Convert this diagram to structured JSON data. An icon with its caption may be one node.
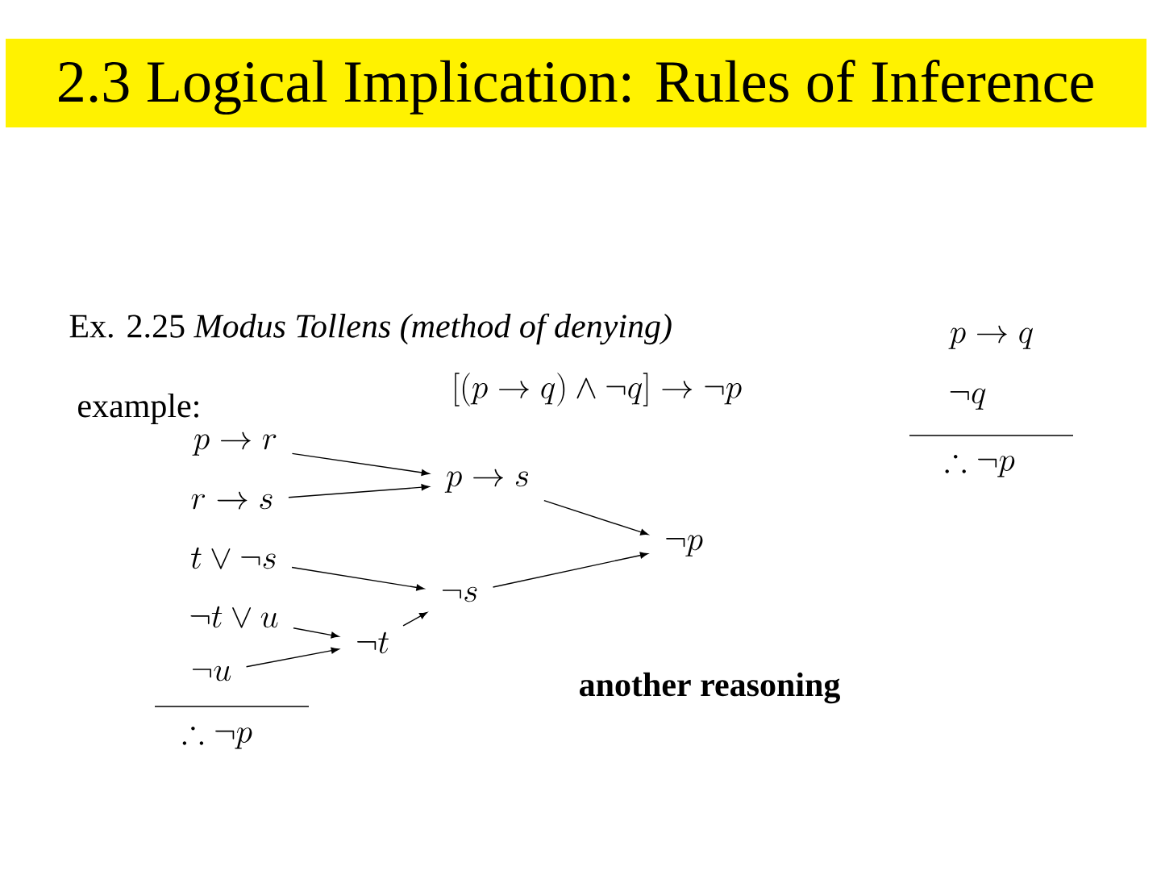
{
  "diagram": {
    "title": "2.3 Logical Implication: Rules of Inference",
    "nodes": [
      {
        "text": [
          "p \\rightarrow r"
        ]
      },
      {
        "text": [
          "r \\rightarrow s"
        ]
      },
      {
        "text": [
          "t \\vee \\neg s"
        ]
      },
      {
        "text": [
          "\\neg t \\vee u"
        ]
      },
      {
        "text": [
          "\\neg u"
        ]
      },
      {
        "text": [
          "p \\rightarrow s"
        ]
      },
      {
        "text": [
          "\\neg s"
        ]
      },
      {
        "text": [
          "\\neg t"
        ]
      },
      {
        "text": [
          "\\neg p"
        ]
      }
    ],
    "edges": [
      {
        "from": 0,
        "to": 5,
        "arrow": "to"
      },
      {
        "from": 1,
        "to": 5,
        "arrow": "to"
      },
      {
        "from": 5,
        "to": 8,
        "arrow": "to"
      },
      {
        "from": 2,
        "to": 6,
        "arrow": "to"
      },
      {
        "from": 6,
        "to": 8,
        "arrow": "to"
      },
      {
        "from": 3,
        "to": 7,
        "arrow": "to"
      },
      {
        "from": 4,
        "to": 7,
        "arrow": "to"
      },
      {
        "from": 7,
        "to": 6,
        "arrow": "to"
      }
    ],
    "labels": [
      "Ex. 2.25 *Modus Tollens (method of denying)*",
      "[(p \\rightarrow q) \\wedge \\neg q] \\rightarrow \\neg p",
      "example:",
      "\\therefore \\neg p",
      "p \\rightarrow q",
      "\\neg q",
      "\\therefore \\neg p",
      "another reasoning"
    ]
  }
}
